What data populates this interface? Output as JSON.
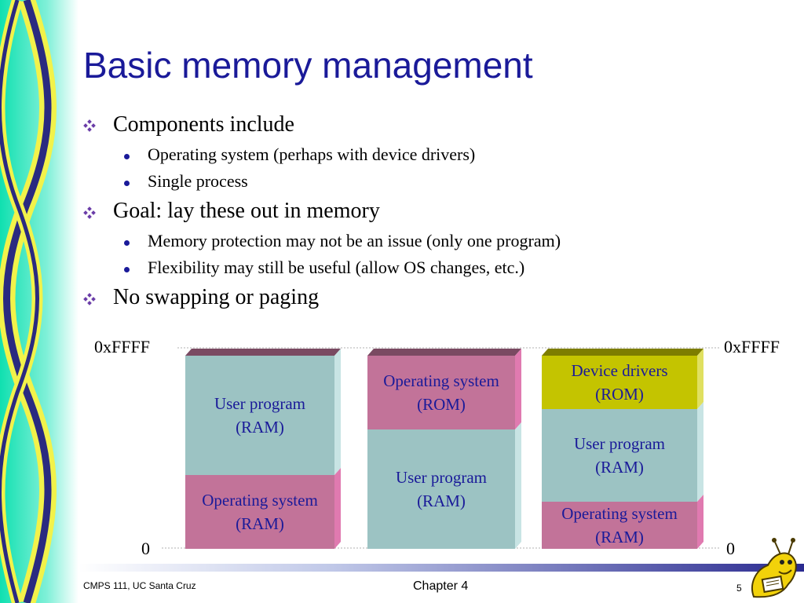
{
  "slide": {
    "title": "Basic memory management",
    "bullets": [
      {
        "text": "Components include",
        "subitems": [
          "Operating system (perhaps with device drivers)",
          "Single process"
        ]
      },
      {
        "text": "Goal: lay these out in memory",
        "subitems": [
          "Memory protection may not be an issue (only one program)",
          "Flexibility may still be useful (allow OS changes, etc.)"
        ]
      },
      {
        "text": "No swapping or paging",
        "subitems": []
      }
    ]
  },
  "diagram": {
    "top_address_left": "0xFFFF",
    "top_address_right": "0xFFFF",
    "bottom_address_left": "0",
    "bottom_address_right": "0",
    "layouts": [
      {
        "blocks": [
          {
            "label": "User program\n(RAM)",
            "kind": "user-ram"
          },
          {
            "label": "Operating system\n(RAM)",
            "kind": "os-ram"
          }
        ]
      },
      {
        "blocks": [
          {
            "label": "Operating system\n(ROM)",
            "kind": "os-rom"
          },
          {
            "label": "User program\n(RAM)",
            "kind": "user-ram"
          }
        ]
      },
      {
        "blocks": [
          {
            "label": "Device drivers\n(ROM)",
            "kind": "drivers-rom"
          },
          {
            "label": "User program\n(RAM)",
            "kind": "user-ram"
          },
          {
            "label": "Operating system\n(RAM)",
            "kind": "os-ram"
          }
        ]
      }
    ]
  },
  "colors": {
    "title": "#1a1a99",
    "user_ram": "#9cc3c3",
    "os_ram": "#c27399",
    "device_rom": "#c4c400"
  },
  "footer": {
    "course": "CMPS 111, UC Santa Cruz",
    "chapter": "Chapter 4",
    "page": "5"
  },
  "icons": {
    "bullet_level1": "diamond-cluster-icon",
    "bullet_level2": "dot-icon",
    "mascot": "banana-slug-mascot-icon"
  }
}
